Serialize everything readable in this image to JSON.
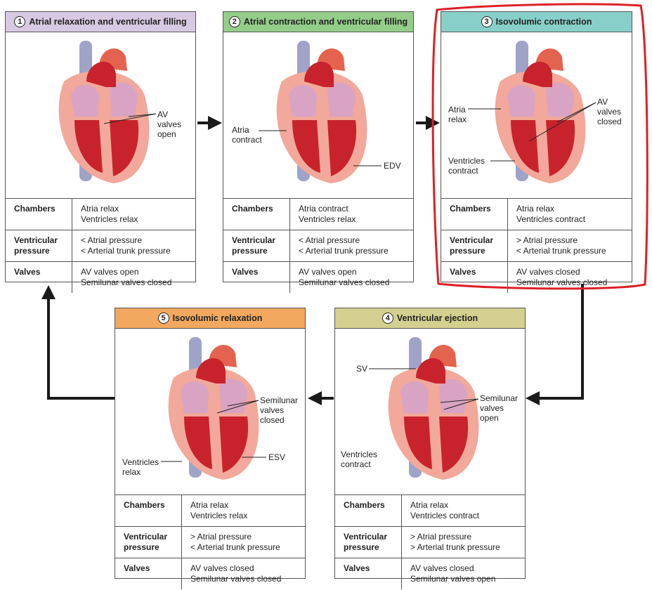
{
  "phases": [
    {
      "number": "1",
      "title": "Atrial relaxation and ventricular filling",
      "labels": [
        "AV\nvalves\nopen"
      ],
      "rows": [
        {
          "key": "Chambers",
          "value": "Atria relax\nVentricles relax"
        },
        {
          "key": "Ventricular\npressure",
          "value": "< Atrial pressure\n< Arterial trunk pressure"
        },
        {
          "key": "Valves",
          "value": "AV valves open\nSemilunar valves closed"
        }
      ]
    },
    {
      "number": "2",
      "title": "Atrial contraction and ventricular filling",
      "labels": [
        "Atria\ncontract",
        "EDV"
      ],
      "rows": [
        {
          "key": "Chambers",
          "value": "Atria contract\nVentricles relax"
        },
        {
          "key": "Ventricular\npressure",
          "value": "< Atrial pressure\n< Arterial trunk pressure"
        },
        {
          "key": "Valves",
          "value": "AV valves open\nSemilunar valves closed"
        }
      ]
    },
    {
      "number": "3",
      "title": "Isovolumic contraction",
      "labels": [
        "Atria\nrelax",
        "AV\nvalves\nclosed",
        "Ventricles\ncontract"
      ],
      "rows": [
        {
          "key": "Chambers",
          "value": "Atria relax\nVentricles contract"
        },
        {
          "key": "Ventricular\npressure",
          "value": "> Atrial pressure\n< Arterial trunk pressure"
        },
        {
          "key": "Valves",
          "value": "AV valves closed\nSemilunar valves closed"
        }
      ]
    },
    {
      "number": "4",
      "title": "Ventricular ejection",
      "labels": [
        "SV",
        "Semilunar\nvalves\nopen",
        "Ventricles\ncontract"
      ],
      "rows": [
        {
          "key": "Chambers",
          "value": "Atria relax\nVentricles contract"
        },
        {
          "key": "Ventricular\npressure",
          "value": "> Atrial pressure\n> Arterial trunk pressure"
        },
        {
          "key": "Valves",
          "value": "AV valves closed\nSemilunar valves open"
        }
      ]
    },
    {
      "number": "5",
      "title": "Isovolumic relaxation",
      "labels": [
        "Semilunar\nvalves\nclosed",
        "Ventricles\nrelax",
        "ESV"
      ],
      "rows": [
        {
          "key": "Chambers",
          "value": "Atria relax\nVentricles relax"
        },
        {
          "key": "Ventricular\npressure",
          "value": "> Atrial pressure\n< Arterial trunk pressure"
        },
        {
          "key": "Valves",
          "value": "AV valves closed\nSemilunar valves closed"
        }
      ]
    }
  ],
  "colors": {
    "header_1": "#d8c9e2",
    "header_2": "#93cd89",
    "header_3": "#88cfc9",
    "header_4": "#d4d08f",
    "header_5": "#f2a85e",
    "highlight": "#dd2026",
    "arrow": "#1a1a1a",
    "heart_muscle": "#f2a89a",
    "blood": "#c8232c",
    "vessel": "#9fa3c8",
    "atrium": "#d9a3c3"
  }
}
